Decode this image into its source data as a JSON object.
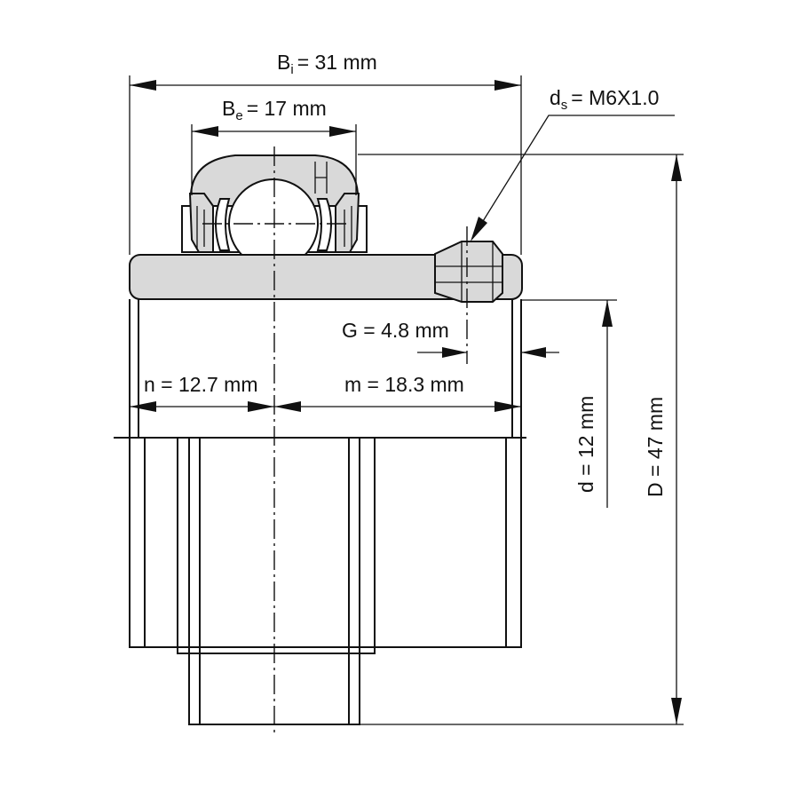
{
  "dimensions": {
    "Bi": {
      "symbol": "B",
      "sub": "i",
      "value": "= 31 mm"
    },
    "Be": {
      "symbol": "B",
      "sub": "e",
      "value": "= 17 mm"
    },
    "ds": {
      "symbol": "d",
      "sub": "s",
      "value": "= M6X1.0"
    },
    "G": "G = 4.8 mm",
    "n": "n = 12.7 mm",
    "m": "m = 18.3 mm",
    "d": "d = 12 mm",
    "D": "D = 47 mm"
  },
  "colors": {
    "ink": "#111111",
    "fill": "#d9d9d9",
    "background": "#ffffff"
  }
}
